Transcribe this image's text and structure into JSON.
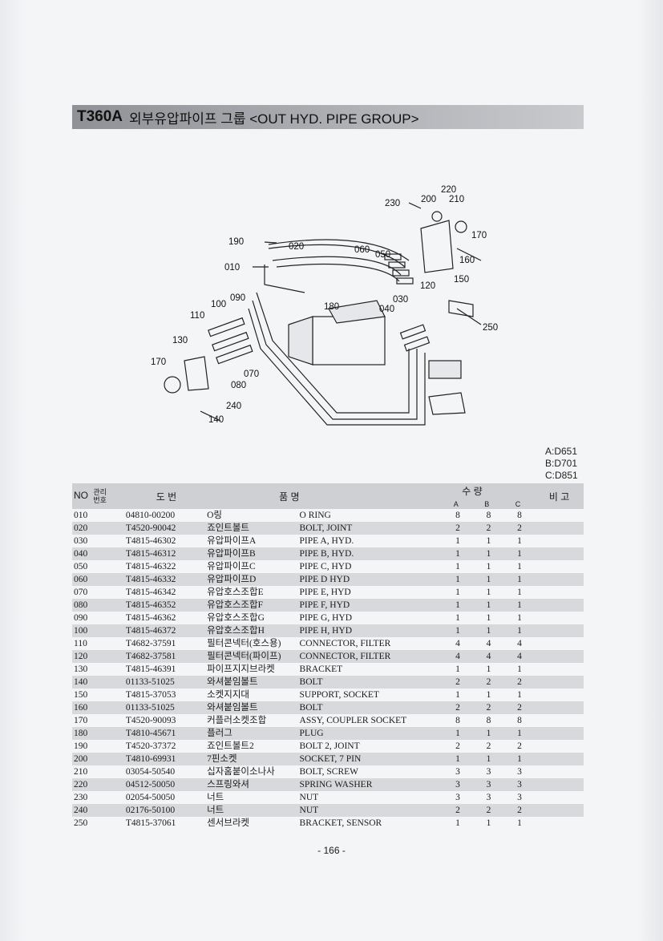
{
  "title": {
    "code": "T360A",
    "text": "외부유압파이프 그룹 <OUT HYD. PIPE GROUP>"
  },
  "legend": [
    "A:D651",
    "B:D701",
    "C:D851"
  ],
  "table": {
    "headers": {
      "no": "NO",
      "mgmt": "관리번호",
      "part_no": "도 번",
      "name": "품 명",
      "qty": "수 량",
      "a": "A",
      "b": "B",
      "c": "C",
      "remark": "비 고"
    },
    "rows": [
      {
        "no": "010",
        "part": "04810-00200",
        "kr": "O링",
        "en": "O RING",
        "a": "8",
        "b": "8",
        "c": "8"
      },
      {
        "no": "020",
        "part": "T4520-90042",
        "kr": "죠인트볼트",
        "en": "BOLT, JOINT",
        "a": "2",
        "b": "2",
        "c": "2"
      },
      {
        "no": "030",
        "part": "T4815-46302",
        "kr": "유압파이프A",
        "en": "PIPE A, HYD.",
        "a": "1",
        "b": "1",
        "c": "1"
      },
      {
        "no": "040",
        "part": "T4815-46312",
        "kr": "유압파이프B",
        "en": "PIPE B, HYD.",
        "a": "1",
        "b": "1",
        "c": "1"
      },
      {
        "no": "050",
        "part": "T4815-46322",
        "kr": "유압파이프C",
        "en": "PIPE C, HYD",
        "a": "1",
        "b": "1",
        "c": "1"
      },
      {
        "no": "060",
        "part": "T4815-46332",
        "kr": "유압파이프D",
        "en": "PIPE D HYD",
        "a": "1",
        "b": "1",
        "c": "1"
      },
      {
        "no": "070",
        "part": "T4815-46342",
        "kr": "유압호스조합E",
        "en": "PIPE E, HYD",
        "a": "1",
        "b": "1",
        "c": "1"
      },
      {
        "no": "080",
        "part": "T4815-46352",
        "kr": "유압호스조합F",
        "en": "PIPE F, HYD",
        "a": "1",
        "b": "1",
        "c": "1"
      },
      {
        "no": "090",
        "part": "T4815-46362",
        "kr": "유압호스조합G",
        "en": "PIPE G, HYD",
        "a": "1",
        "b": "1",
        "c": "1"
      },
      {
        "no": "100",
        "part": "T4815-46372",
        "kr": "유압호스조합H",
        "en": "PIPE H, HYD",
        "a": "1",
        "b": "1",
        "c": "1"
      },
      {
        "no": "110",
        "part": "T4682-37591",
        "kr": "필터콘넥터(호스용)",
        "en": "CONNECTOR, FILTER",
        "a": "4",
        "b": "4",
        "c": "4"
      },
      {
        "no": "120",
        "part": "T4682-37581",
        "kr": "필터콘넥터(파이프)",
        "en": "CONNECTOR, FILTER",
        "a": "4",
        "b": "4",
        "c": "4"
      },
      {
        "no": "130",
        "part": "T4815-46391",
        "kr": "파이프지지브라켓",
        "en": "BRACKET",
        "a": "1",
        "b": "1",
        "c": "1"
      },
      {
        "no": "140",
        "part": "01133-51025",
        "kr": "와셔붙임볼트",
        "en": "BOLT",
        "a": "2",
        "b": "2",
        "c": "2"
      },
      {
        "no": "150",
        "part": "T4815-37053",
        "kr": "소켓지지대",
        "en": "SUPPORT, SOCKET",
        "a": "1",
        "b": "1",
        "c": "1"
      },
      {
        "no": "160",
        "part": "01133-51025",
        "kr": "와셔붙임볼트",
        "en": "BOLT",
        "a": "2",
        "b": "2",
        "c": "2"
      },
      {
        "no": "170",
        "part": "T4520-90093",
        "kr": "커플러소켓조합",
        "en": "ASSY, COUPLER SOCKET",
        "a": "8",
        "b": "8",
        "c": "8"
      },
      {
        "no": "180",
        "part": "T4810-45671",
        "kr": "플러그",
        "en": "PLUG",
        "a": "1",
        "b": "1",
        "c": "1"
      },
      {
        "no": "190",
        "part": "T4520-37372",
        "kr": "죠인트볼트2",
        "en": "BOLT 2, JOINT",
        "a": "2",
        "b": "2",
        "c": "2"
      },
      {
        "no": "200",
        "part": "T4810-69931",
        "kr": "7핀소켓",
        "en": "SOCKET, 7 PIN",
        "a": "1",
        "b": "1",
        "c": "1"
      },
      {
        "no": "210",
        "part": "03054-50540",
        "kr": "십자홈붙이소나사",
        "en": "BOLT, SCREW",
        "a": "3",
        "b": "3",
        "c": "3"
      },
      {
        "no": "220",
        "part": "04512-50050",
        "kr": "스프링와셔",
        "en": "SPRING WASHER",
        "a": "3",
        "b": "3",
        "c": "3"
      },
      {
        "no": "230",
        "part": "02054-50050",
        "kr": "너트",
        "en": "NUT",
        "a": "3",
        "b": "3",
        "c": "3"
      },
      {
        "no": "240",
        "part": "02176-50100",
        "kr": "너트",
        "en": "NUT",
        "a": "2",
        "b": "2",
        "c": "2"
      },
      {
        "no": "250",
        "part": "T4815-37061",
        "kr": "센서브라켓",
        "en": "BRACKET, SENSOR",
        "a": "1",
        "b": "1",
        "c": "1"
      }
    ]
  },
  "diagram": {
    "callouts": [
      "220",
      "230",
      "200",
      "210",
      "170",
      "190",
      "020",
      "060",
      "050",
      "160",
      "010",
      "150",
      "120",
      "090",
      "100",
      "180",
      "030",
      "040",
      "110",
      "250",
      "130",
      "170",
      "070",
      "080",
      "240",
      "140"
    ]
  },
  "page_number": "- 166 -"
}
